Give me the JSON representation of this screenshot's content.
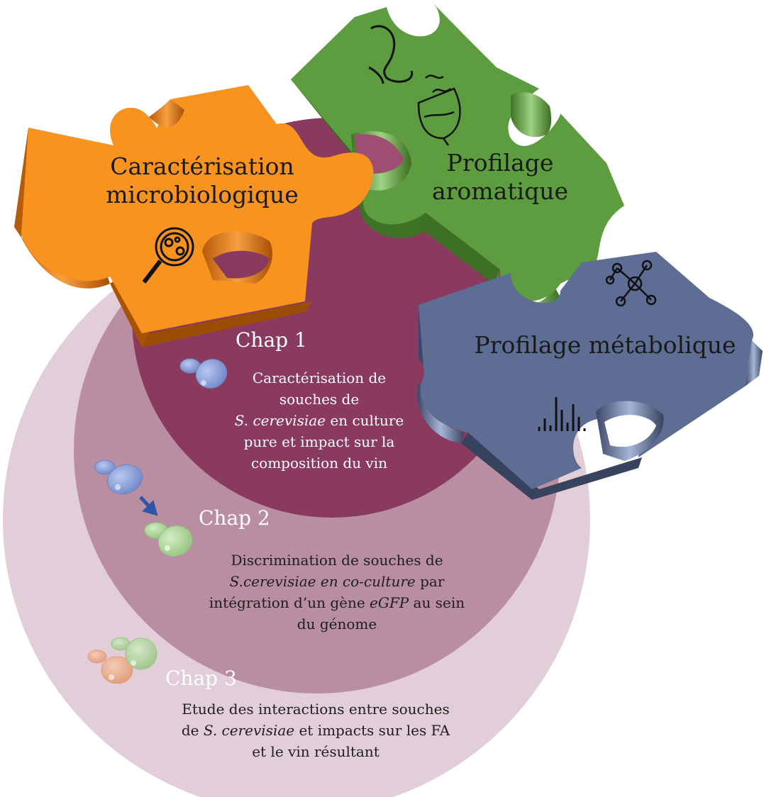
{
  "puzzles": {
    "microbio": {
      "line1": "Caractérisation",
      "line2": "microbiologique",
      "color": "#f7931e"
    },
    "arome": {
      "line1": "Profilage",
      "line2": "aromatique",
      "color": "#5b9a3d"
    },
    "metabo": {
      "line1": "Profilage métabolique",
      "color": "#5e6d94"
    }
  },
  "chapters": {
    "chap1": {
      "title": "Chap 1",
      "l1": "Caractérisation de",
      "l2": "souches de",
      "l3_italic": "S. cerevisiae",
      "l3_rest": " en culture",
      "l4": "pure et impact sur la",
      "l5": "composition du vin",
      "color": "#8a3a5e"
    },
    "chap2": {
      "title": "Chap 2",
      "l1": "Discrimination de souches de",
      "l2_italic": "S.cerevisiae en co-culture",
      "l2_rest": " par",
      "l3_a": "intégration d’un gène ",
      "l3_italic": "eGFP",
      "l3_b": " au sein",
      "l4": "du génome",
      "color": "#b98ea1"
    },
    "chap3": {
      "title": "Chap 3",
      "l1": "Etude des interactions entre souches",
      "l2_a": "de ",
      "l2_italic": "S. cerevisiae",
      "l2_b": " et impacts sur les FA",
      "l3": "et le vin résultant",
      "color": "#e2ced8"
    }
  },
  "icons": [
    "petri-magnifier-icon",
    "nose-icon",
    "wine-glass-icon",
    "network-icon",
    "bar-spectrum-icon",
    "yeast-cell-icon"
  ]
}
